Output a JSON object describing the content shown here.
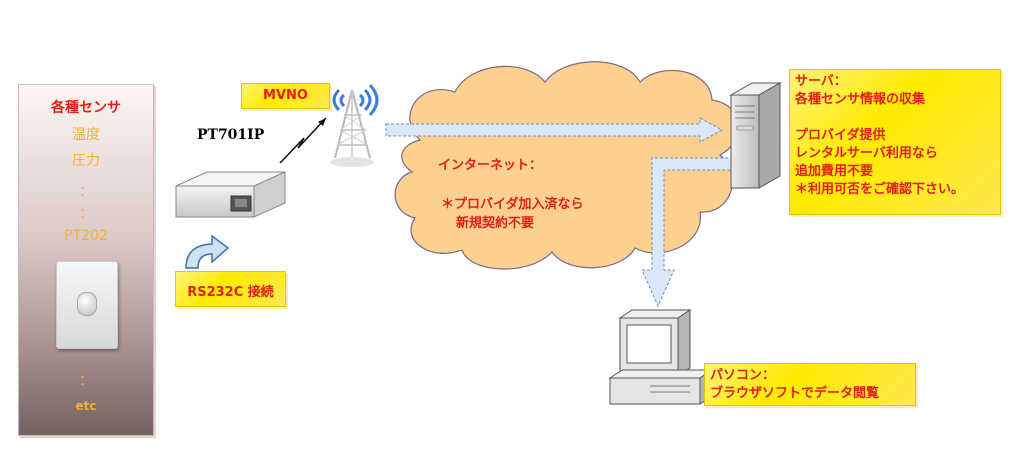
{
  "sensor_panel": {
    "title": "各種センサ",
    "items": [
      "温度",
      "圧力",
      "：",
      "：",
      "PT202"
    ],
    "dots": "：",
    "etc": "etc"
  },
  "device": {
    "name": "PT701IP"
  },
  "labels": {
    "mvno": "MVNO",
    "rs232c": "RS232C 接続"
  },
  "internet": {
    "title": "インターネット：",
    "note_line1": "＊プロバイダ加入済なら",
    "note_line2": "新規契約不要"
  },
  "server_note": {
    "line1": "サーバ：",
    "line2": "各種センサ情報の収集",
    "line3": "プロバイダ提供",
    "line4": "レンタルサーバ利用なら",
    "line5": "追加費用不要",
    "line6": "＊利用可否をご確認下さい。"
  },
  "pc_note": {
    "line1": "パソコン：",
    "line2": "ブラウザソフトでデータ閲覧"
  },
  "colors": {
    "label_fill": "#ffea00",
    "label_text": "#e0201a",
    "cloud_fill": "#fcd08e",
    "arrow_fill": "#dbe8f8",
    "arrow_dash": "#6b8fbf"
  }
}
